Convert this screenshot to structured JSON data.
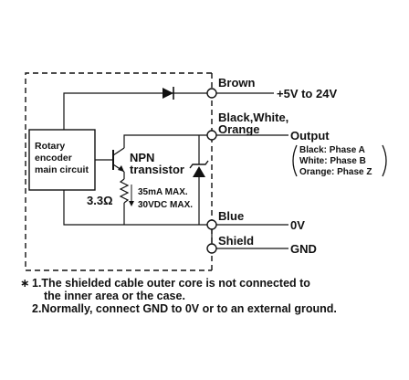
{
  "terminals": {
    "brown": {
      "name": "Brown",
      "signal": "+5V to 24V"
    },
    "output": {
      "name_line1": "Black,White,",
      "name_line2": "Orange",
      "signal": "Output"
    },
    "blue": {
      "name": "Blue",
      "signal": "0V"
    },
    "shield": {
      "name": "Shield",
      "signal": "GND"
    }
  },
  "phases": [
    "Black: Phase A",
    "White: Phase B",
    "Orange: Phase Z"
  ],
  "encoder_box": {
    "line1": "Rotary",
    "line2": "encoder",
    "line3": "main circuit"
  },
  "transistor": {
    "line1": "NPN",
    "line2": "transistor"
  },
  "resistor": {
    "value": "3.3Ω"
  },
  "ratings": {
    "current": "35mA MAX.",
    "voltage": "30VDC MAX."
  },
  "notes": {
    "mark": "∗",
    "note1_line1": "1.The shielded cable outer core is not connected to",
    "note1_line2": "the inner area or the case.",
    "note2": "2.Normally, connect GND to 0V or to an external ground."
  }
}
